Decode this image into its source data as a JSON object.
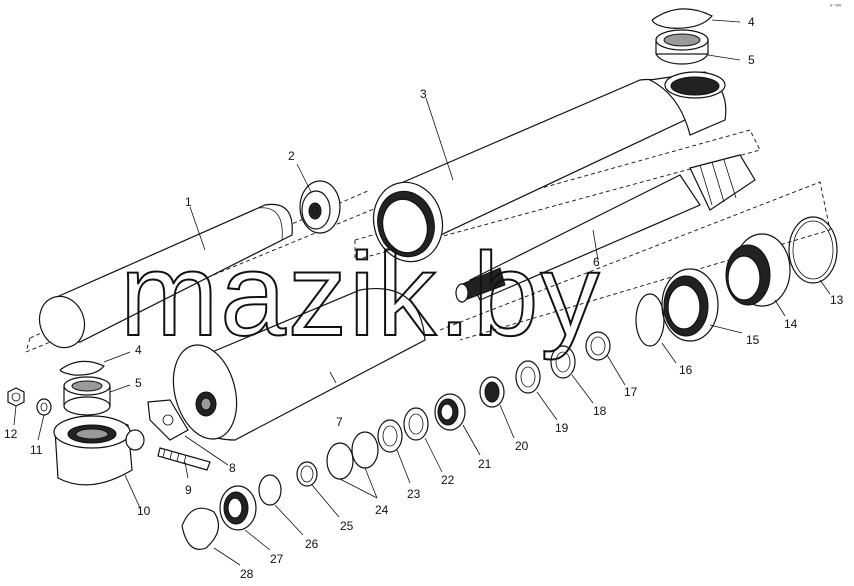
{
  "diagram": {
    "watermark": "mazik.by",
    "corner_mark": "ᵃ⁻ʷʷ",
    "labels": {
      "l1": "1",
      "l2": "2",
      "l3": "3",
      "l4a": "4",
      "l4b": "4",
      "l5a": "5",
      "l5b": "5",
      "l6": "6",
      "l7": "7",
      "l8": "8",
      "l9": "9",
      "l10": "10",
      "l11": "11",
      "l12": "12",
      "l13": "13",
      "l14": "14",
      "l15": "15",
      "l16": "16",
      "l17": "17",
      "l18": "18",
      "l19": "19",
      "l20": "20",
      "l21": "21",
      "l22": "22",
      "l23": "23",
      "l24": "24",
      "l25": "25",
      "l26": "26",
      "l27": "27",
      "l28": "28"
    }
  }
}
